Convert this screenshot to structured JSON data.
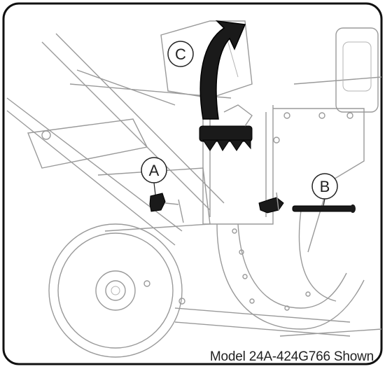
{
  "callouts": {
    "a": "A",
    "b": "B",
    "c": "C"
  },
  "caption": "Model 24A-424G766 Shown",
  "colors": {
    "line_art": "#9a9a9a",
    "dark_parts": "#1a1a1a",
    "border": "#111111"
  }
}
